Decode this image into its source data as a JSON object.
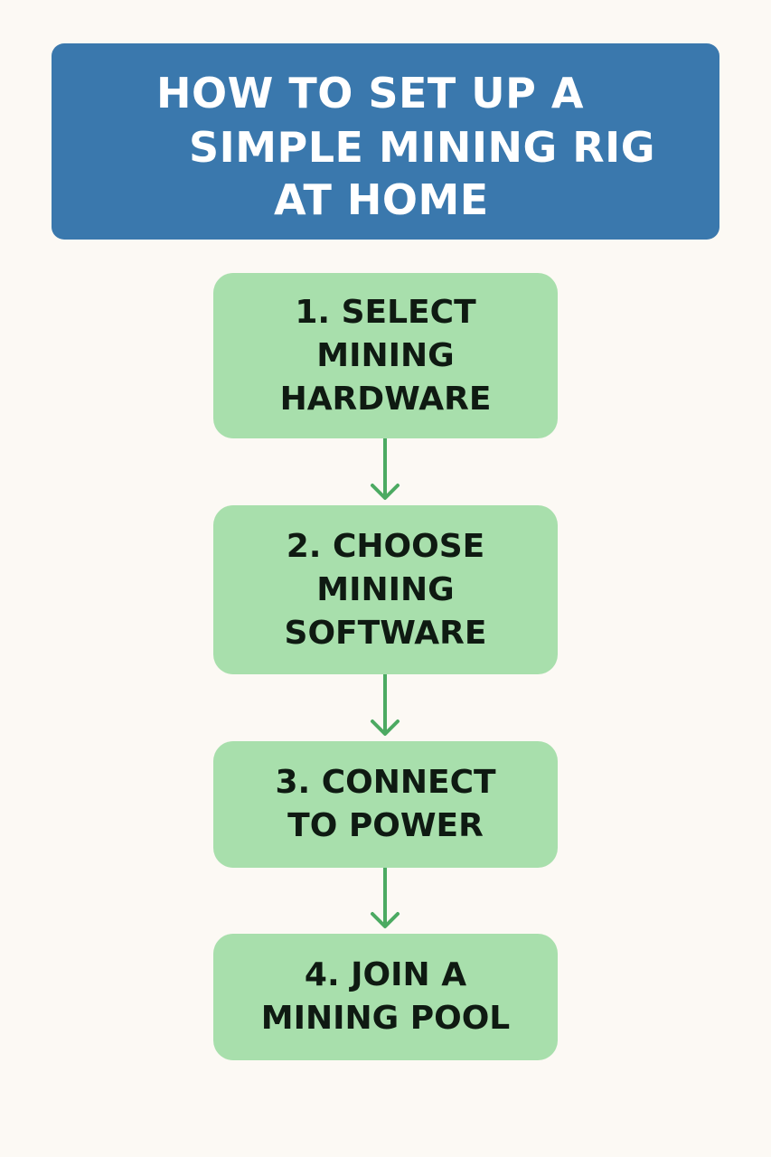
{
  "title": {
    "lines": [
      "HOW TO SET UP A",
      "SIMPLE MINING RIG",
      "AT HOME"
    ]
  },
  "steps": [
    {
      "lines": [
        "1. SELECT",
        "MINING",
        "HARDWARE"
      ]
    },
    {
      "lines": [
        "2. CHOOSE",
        "MINING",
        "SOFTWARE"
      ]
    },
    {
      "lines": [
        "3. CONNECT",
        "TO POWER"
      ]
    },
    {
      "lines": [
        "4. JOIN A",
        "MINING POOL"
      ]
    }
  ],
  "colors": {
    "background": "#fcf9f4",
    "title_fill": "#3a78ad",
    "title_text": "#ffffff",
    "step_fill": "#a8dfac",
    "step_text": "#0f1a12",
    "arrow": "#4caa62"
  }
}
